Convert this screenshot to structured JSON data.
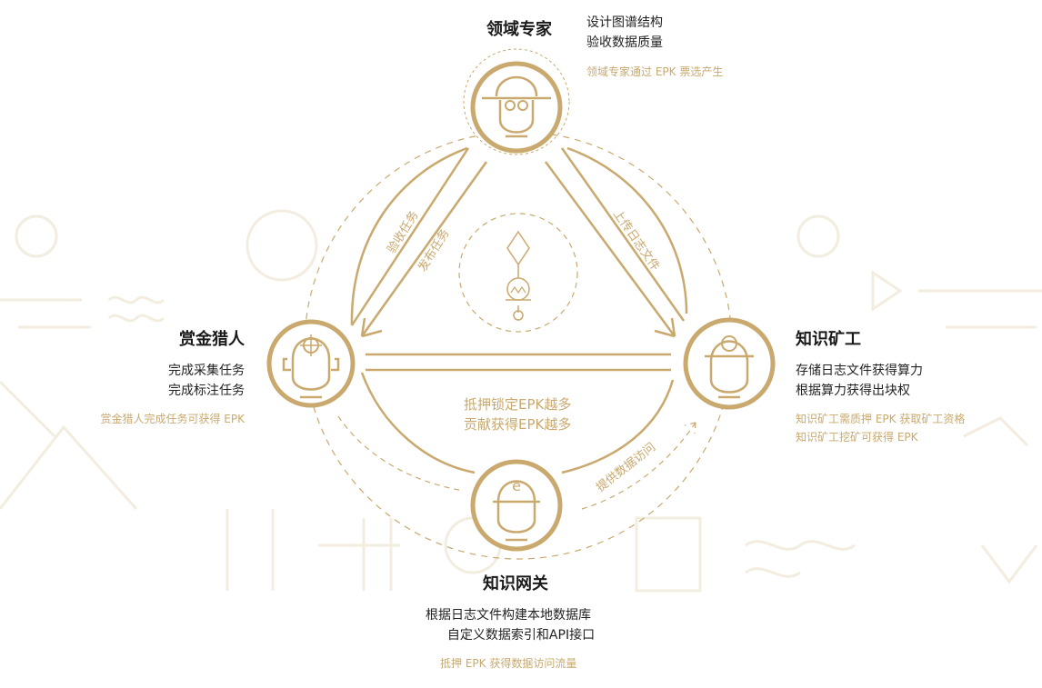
{
  "experts": {
    "title": "领域专家",
    "lines": [
      "设计图谱结构",
      "验收数据质量"
    ],
    "note": "领域专家通过 EPK 票选产生"
  },
  "hunter": {
    "title": "赏金猎人",
    "lines": [
      "完成采集任务",
      "完成标注任务"
    ],
    "note": "赏金猎人完成任务可获得 EPK"
  },
  "miner": {
    "title": "知识矿工",
    "lines": [
      "存储日志文件获得算力",
      "根据算力获得出块权"
    ],
    "notes": [
      "知识矿工需质押 EPK 获取矿工资格",
      "知识矿工挖矿可获得 EPK"
    ]
  },
  "gateway": {
    "title": "知识网关",
    "lines": [
      "根据日志文件构建本地数据库",
      "自定义数据索引和API接口"
    ],
    "note": "抵押 EPK 获得数据访问流量"
  },
  "arrows": {
    "accept": "验收任务",
    "publish": "发布任务",
    "upload": "上传日志文件",
    "provide": "提供数据访问"
  },
  "center": {
    "line1": "抵押锁定EPK越多",
    "line2": "贡献获得EPK越多"
  },
  "colors": {
    "gold": "#c9a96e",
    "text": "#1a1a1a"
  }
}
